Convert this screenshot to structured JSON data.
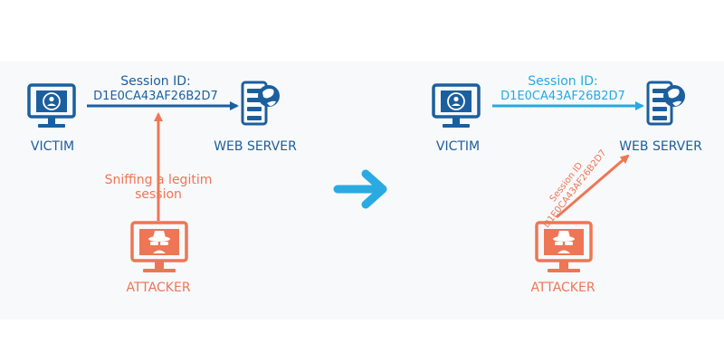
{
  "colors": {
    "primary": "#1b5f9e",
    "light_blue": "#27a9e1",
    "attacker": "#ee7655",
    "transition_arrow": "#29abe2"
  },
  "left": {
    "victim_label": "VICTIM",
    "server_label": "WEB SERVER",
    "attacker_label": "ATTACKER",
    "session_title": "Session ID:",
    "session_value": "D1E0CA43AF26B2D7",
    "sniff_line1": "Sniffing a legitim",
    "sniff_line2": "session"
  },
  "right": {
    "victim_label": "VICTIM",
    "server_label": "WEB SERVER",
    "attacker_label": "ATTACKER",
    "session_title": "Session ID:",
    "session_value": "D1E0CA43AF26B2D7",
    "stolen_title": "Session ID",
    "stolen_value": "D1E0CA43AF26B2D7"
  },
  "icons": {
    "victim": "monitor-user-icon",
    "server": "server-globe-icon",
    "attacker": "monitor-spy-icon",
    "transition": "arrow-right-icon"
  }
}
